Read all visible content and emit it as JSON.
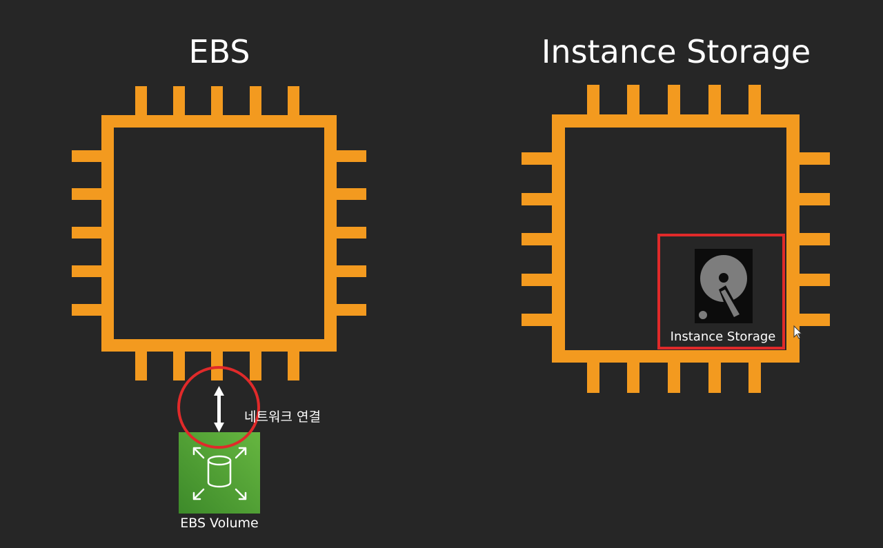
{
  "left_panel": {
    "title": "EBS",
    "connection_label": "네트워크 연결",
    "volume_label": "EBS Volume",
    "volume_icon": "ebs-volume-icon"
  },
  "right_panel": {
    "title": "Instance Storage",
    "storage_label": "Instance Storage",
    "storage_icon": "hard-disk-icon"
  },
  "colors": {
    "background": "#262626",
    "chip_outline": "#f39a1f",
    "highlight_circle": "#e02a2a",
    "highlight_box": "#e02a2a",
    "volume_green": "#4a9a34",
    "text": "#ffffff"
  }
}
